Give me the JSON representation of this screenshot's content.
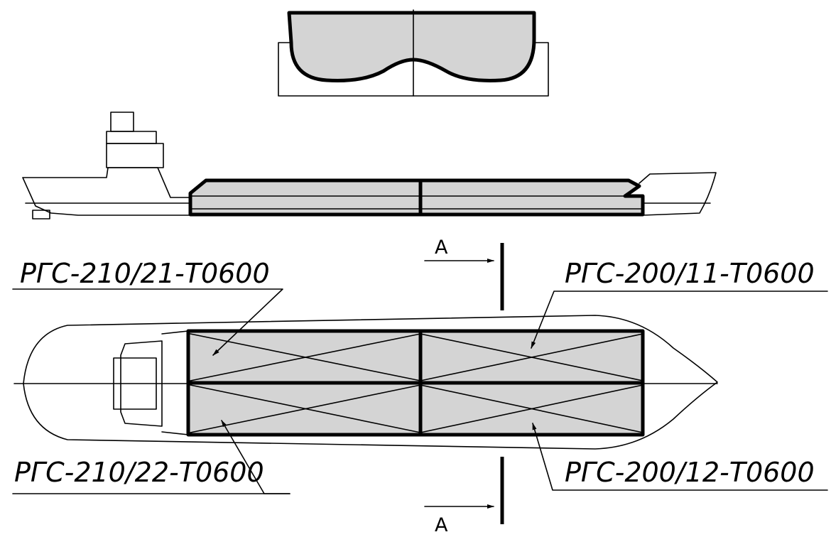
{
  "section_mark": "А",
  "tank_labels": {
    "top_left": "РГС-210/21-Т0600",
    "top_right": "РГС-200/11-Т0600",
    "bottom_left": "РГС-210/22-Т0600",
    "bottom_right": "РГС-200/12-Т0600"
  },
  "colors": {
    "tank_fill": "#d4d4d4",
    "line": "#000000"
  }
}
